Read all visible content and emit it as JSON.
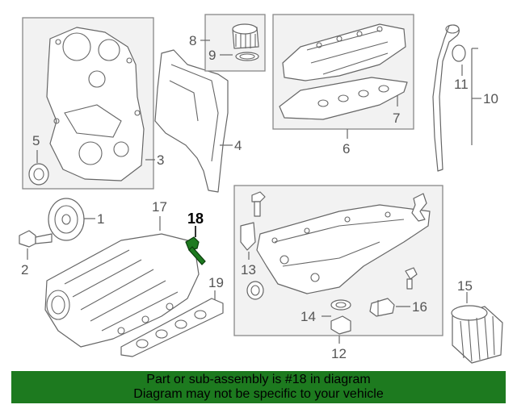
{
  "callouts": {
    "c1": "1",
    "c2": "2",
    "c3": "3",
    "c4": "4",
    "c5": "5",
    "c6": "6",
    "c7": "7",
    "c8": "8",
    "c9": "9",
    "c10": "10",
    "c11": "11",
    "c12": "12",
    "c13": "13",
    "c14": "14",
    "c15": "15",
    "c16": "16",
    "c17": "17",
    "c18": "18",
    "c19": "19"
  },
  "highlighted_part": "18",
  "banner": {
    "line1": "Part or sub-assembly is #18 in diagram",
    "line2": "Diagram may not be specific to your vehicle"
  },
  "colors": {
    "banner_bg": "#1d7a1f",
    "highlight_part": "#1d7a1f"
  }
}
